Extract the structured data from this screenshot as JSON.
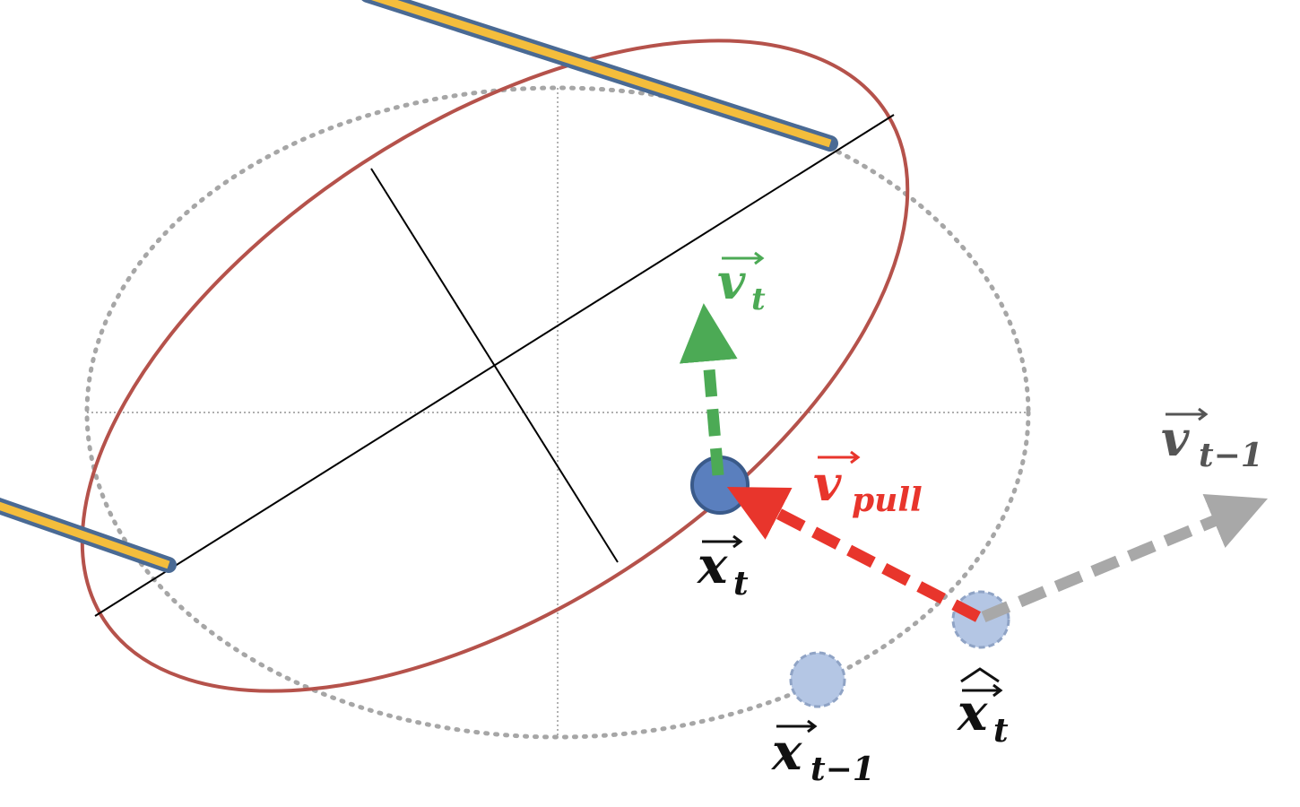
{
  "colors": {
    "ellipse_new": "#b5524b",
    "ellipse_old": "#a6a6a6",
    "axes": "#000000",
    "guide": "#7f7f7f",
    "bar_fill": "#f4bd3c",
    "bar_edge": "#4a6a94",
    "point_fill": "#5a7fbe",
    "point_edge": "#3a5a8a",
    "ghost_fill": "#b4c6e4",
    "ghost_edge": "#8fa3c5",
    "v_t": "#4caa55",
    "v_pull": "#e8352c",
    "v_prev": "#a8a8a8",
    "text_dark": "#111111",
    "text_gray": "#555555"
  },
  "labels": {
    "v_t": {
      "base": "v",
      "sub": "t"
    },
    "v_pull": {
      "base": "v",
      "sub": "pull"
    },
    "v_prev": {
      "base": "v",
      "sub": "t−1"
    },
    "x_t": {
      "base": "x",
      "sub": "t"
    },
    "x_prev": {
      "base": "x",
      "sub": "t−1"
    },
    "x_hat": {
      "base": "x",
      "sub": "t"
    }
  }
}
